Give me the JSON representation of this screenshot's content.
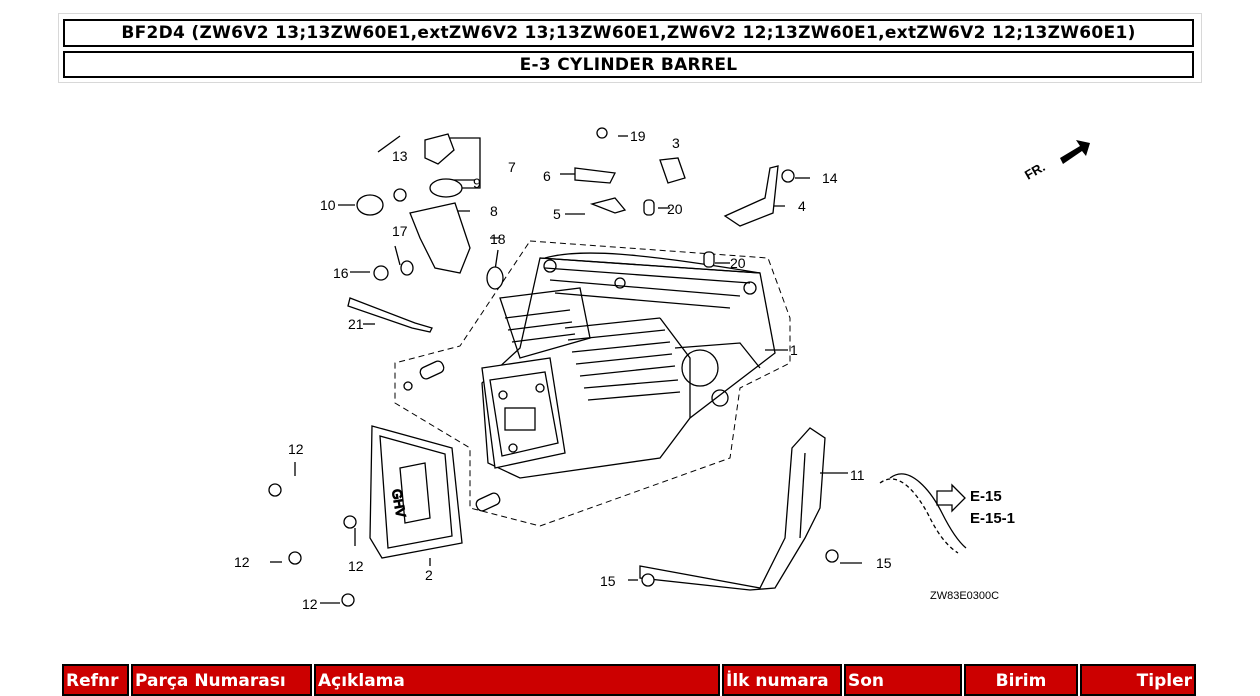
{
  "header": {
    "model_line": "BF2D4 (ZW6V2 13;13ZW60E1,extZW6V2 13;13ZW60E1,ZW6V2 12;13ZW60E1,extZW6V2 12;13ZW60E1)",
    "section_title": "E-3 CYLINDER BARREL"
  },
  "diagram": {
    "direction_label": "FR.",
    "drawing_code": "ZW83E0300C",
    "ref_e15": "E-15",
    "ref_e151": "E-15-1",
    "callouts": {
      "c1": "1",
      "c2": "2",
      "c3": "3",
      "c4": "4",
      "c5": "5",
      "c6": "6",
      "c7": "7",
      "c8": "8",
      "c9": "9",
      "c10": "10",
      "c11": "11",
      "c12a": "12",
      "c12b": "12",
      "c12c": "12",
      "c12d": "12",
      "c13": "13",
      "c14": "14",
      "c15a": "15",
      "c15b": "15",
      "c16": "16",
      "c17": "17",
      "c18": "18",
      "c19": "19",
      "c20a": "20",
      "c20b": "20",
      "c21": "21"
    }
  },
  "table": {
    "headers": [
      "Refnr",
      "Parça Numarası",
      "Açıklama",
      "İlk numara",
      "Son",
      "Birim",
      "Tipler"
    ]
  }
}
